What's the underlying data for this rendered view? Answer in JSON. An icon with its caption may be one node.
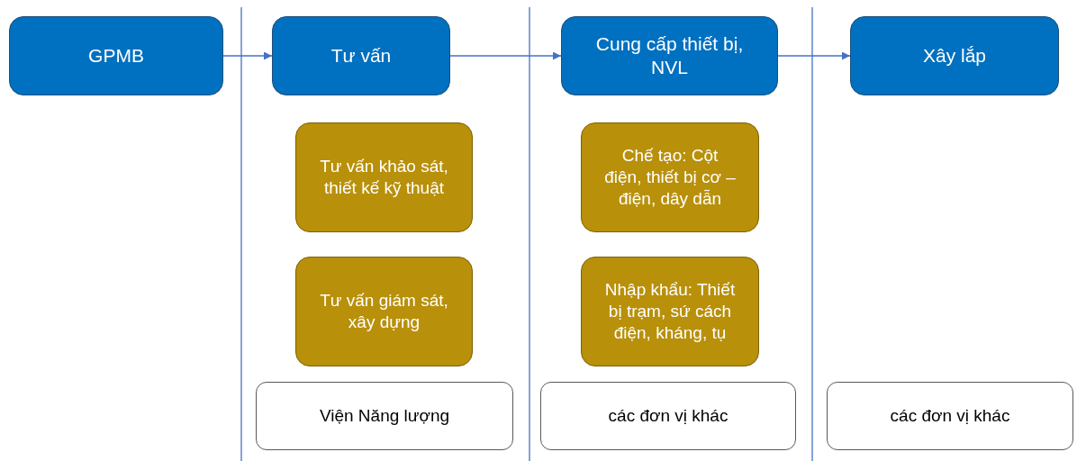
{
  "diagram": {
    "nodes": [
      {
        "text": [
          "GPMB"
        ]
      },
      {
        "text": [
          "Tư vấn"
        ]
      },
      {
        "text": [
          "Cung cấp thiết bị, NVL"
        ]
      },
      {
        "text": [
          "Xây lắp"
        ]
      },
      {
        "text": [
          "Tư vấn khảo sát, thiết kế kỹ thuật"
        ]
      },
      {
        "text": [
          "Tư vấn giám sát, xây dựng"
        ]
      },
      {
        "text": [
          "Chế tạo: Cột điện, thiết bị cơ – điện, dây dẫn"
        ]
      },
      {
        "text": [
          "Nhập khẩu: Thiết bị trạm, sứ cách điện, kháng, tụ"
        ]
      },
      {
        "text": [
          "Viện Năng lượng"
        ]
      },
      {
        "text": [
          "các đơn vị khác"
        ]
      },
      {
        "text": [
          "các đơn vị khác"
        ]
      }
    ],
    "edges": [
      {
        "from": 0,
        "to": 1,
        "arrow": "to"
      },
      {
        "from": 1,
        "to": 2,
        "arrow": "to"
      },
      {
        "from": 2,
        "to": 3,
        "arrow": "to"
      }
    ]
  }
}
